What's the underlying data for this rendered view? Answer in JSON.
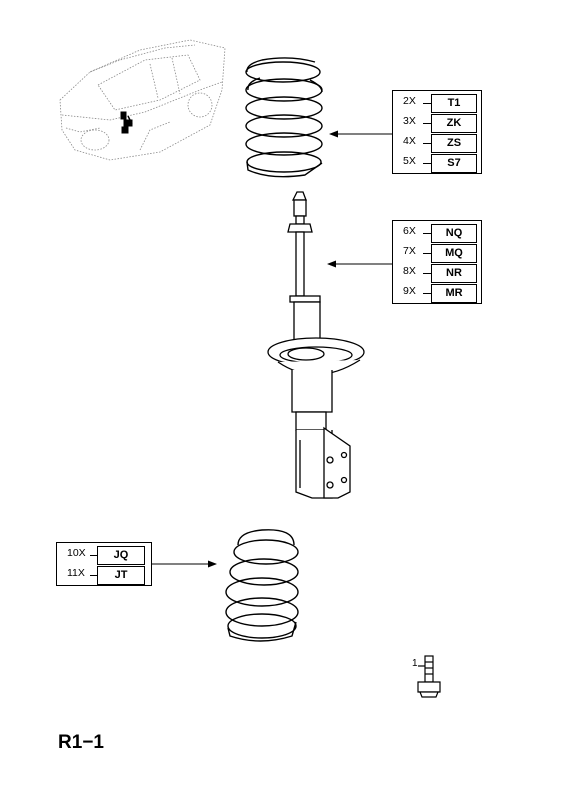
{
  "sheet": {
    "label": "R1−1"
  },
  "callouts": {
    "upper_spring": [
      {
        "qty": "2X",
        "code": "T1"
      },
      {
        "qty": "3X",
        "code": "ZK"
      },
      {
        "qty": "4X",
        "code": "ZS"
      },
      {
        "qty": "5X",
        "code": "S7"
      }
    ],
    "strut": [
      {
        "qty": "6X",
        "code": "NQ"
      },
      {
        "qty": "7X",
        "code": "MQ"
      },
      {
        "qty": "8X",
        "code": "NR"
      },
      {
        "qty": "9X",
        "code": "MR"
      }
    ],
    "lower_spring": [
      {
        "qty": "10X",
        "code": "JQ"
      },
      {
        "qty": "11X",
        "code": "JT"
      }
    ],
    "bolt": {
      "number": "1"
    }
  }
}
